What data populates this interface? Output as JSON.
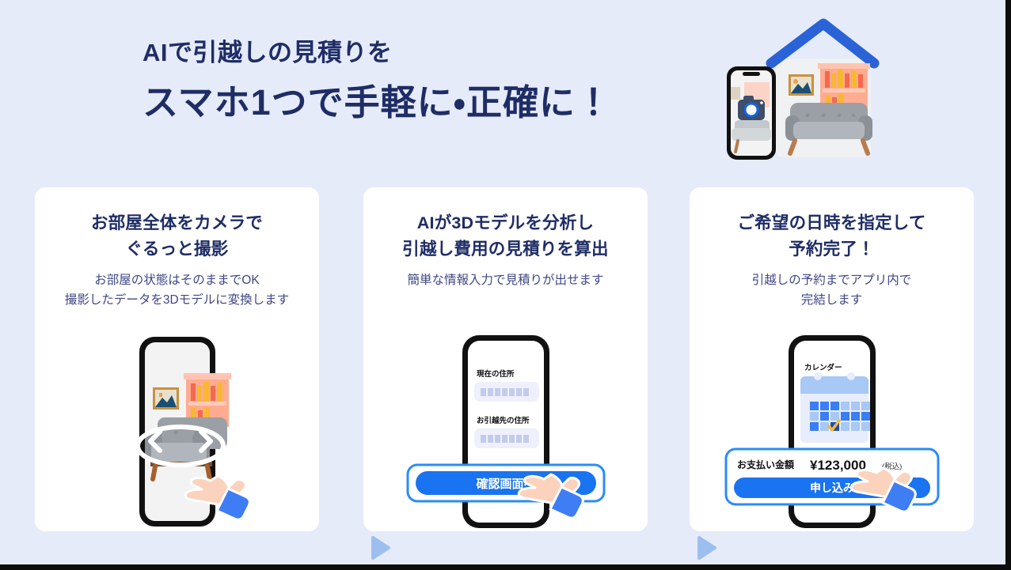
{
  "hero": {
    "line1": "AIで引越しの見積りを",
    "line2": "スマホ1つで手軽に・正確に！",
    "illustration_name": "house-room-phone-camera-illustration"
  },
  "colors": {
    "background": "#e5ebf8",
    "card_background": "#ffffff",
    "heading": "#1f2d66",
    "subtext": "#3f4785",
    "accent_blue": "#1a73f0",
    "arrow_blue": "#9cbff0",
    "phone_body": "#111111",
    "calendar_check": "#f5b93c",
    "sofa_gray": "#9aa0a6",
    "shelf_salmon": "#ffab91"
  },
  "cards": [
    {
      "title": "お部屋全体をカメラで\nぐるっと撮影",
      "subtitle": "お部屋の状態はそのままでOK\n撮影したデータを3Dモデルに変換します",
      "art_name": "phone-room-scan-illustration"
    },
    {
      "title": "AIが3Dモデルを分析し\n引越し費用の見積りを算出",
      "subtitle": "簡単な情報入力で見積りが出せます",
      "art_name": "phone-address-form-illustration",
      "screen": {
        "field1_label": "現在の住所",
        "field2_label": "お引越先の住所",
        "submit_label": "確認画面へ"
      }
    },
    {
      "title": "ご希望の日時を指定して\n予約完了！",
      "subtitle": "引越しの予約までアプリ内で\n完結します",
      "art_name": "phone-calendar-payment-illustration",
      "screen": {
        "calendar_label": "カレンダー",
        "payment_label": "お支払い金額",
        "payment_amount": "¥123,000",
        "payment_tax_note": "(税込)",
        "submit_label": "申し込み"
      }
    }
  ],
  "arrows": [
    {
      "name": "step-arrow-1"
    },
    {
      "name": "step-arrow-2"
    }
  ],
  "calendar_grid": [
    [
      "dark",
      "dark",
      "dark",
      "light",
      "light",
      "light"
    ],
    [
      "light",
      "dark",
      "light",
      "dark",
      "dark",
      "dark"
    ],
    [
      "dark",
      "light",
      "checked",
      "light",
      "light",
      "light"
    ]
  ]
}
